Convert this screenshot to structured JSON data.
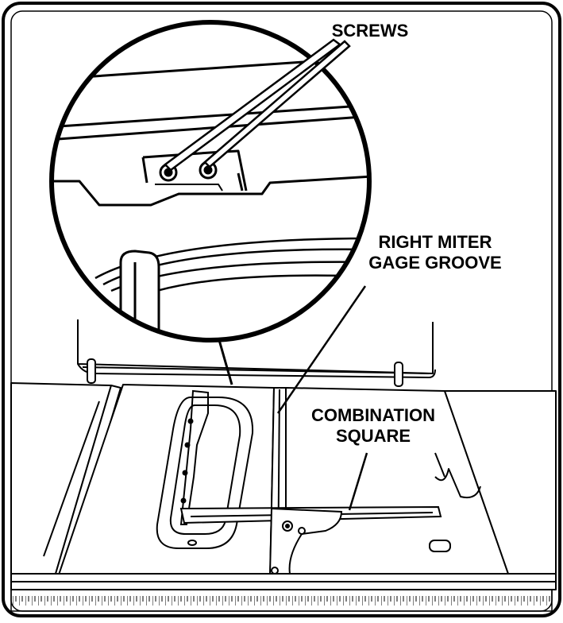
{
  "callouts": {
    "screws": "SCREWS",
    "groove_line1": "RIGHT MITER",
    "groove_line2": "GAGE GROOVE",
    "square_line1": "COMBINATION",
    "square_line2": "SQUARE"
  }
}
